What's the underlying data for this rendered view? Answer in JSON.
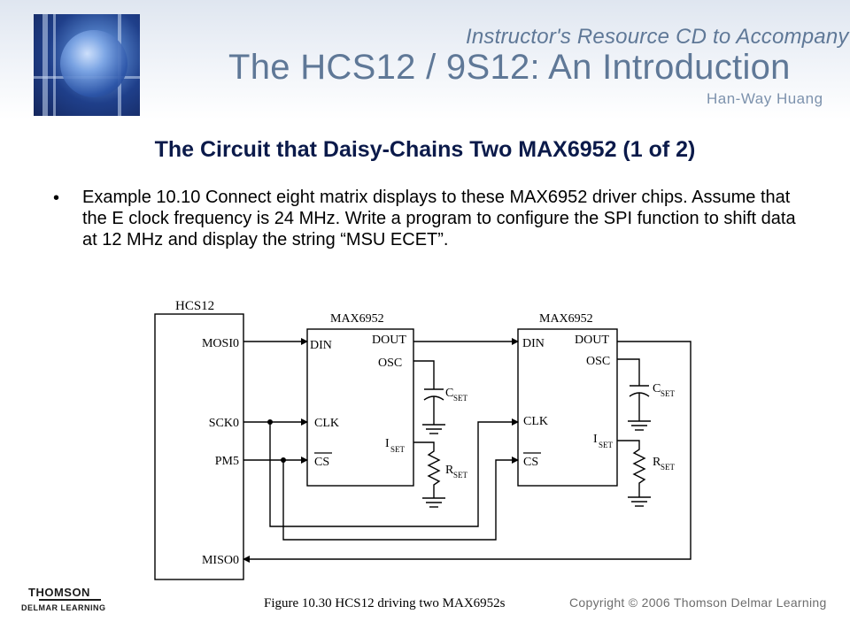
{
  "header": {
    "cd_text": "Instructor's Resource CD to Accompany",
    "book_title": "The HCS12 / 9S12: An Introduction",
    "author": "Han-Way Huang"
  },
  "slide": {
    "title": "The Circuit that Daisy-Chains Two MAX6952 (1 of 2)",
    "bullet_symbol": "•",
    "body": "Example 10.10 Connect eight matrix displays to these MAX6952 driver chips. Assume that the E clock frequency is 24 MHz. Write a program to configure the SPI function to shift data at 12 MHz and display the string “MSU ECET”."
  },
  "diagram": {
    "mcu": {
      "name": "HCS12",
      "pins": [
        "MOSI0",
        "SCK0",
        "PM5",
        "MISO0"
      ]
    },
    "chips": [
      {
        "name": "MAX6952",
        "pins": {
          "din": "DIN",
          "dout": "DOUT",
          "osc": "OSC",
          "clk": "CLK",
          "cs": "CS",
          "iset": "I",
          "iset_sub": "SET"
        }
      },
      {
        "name": "MAX6952",
        "pins": {
          "din": "DIN",
          "dout": "DOUT",
          "osc": "OSC",
          "clk": "CLK",
          "cs": "CS",
          "iset": "I",
          "iset_sub": "SET"
        }
      }
    ],
    "components": {
      "cap_main": "C",
      "cap_sub": "SET",
      "res_main": "R",
      "res_sub": "SET"
    },
    "caption": "Figure 10.30 HCS12 driving two MAX6952s"
  },
  "footer": {
    "publisher_line1": "THOMSON",
    "publisher_line2": "DELMAR LEARNING",
    "copyright": "Copyright © 2006 Thomson Delmar Learning"
  }
}
